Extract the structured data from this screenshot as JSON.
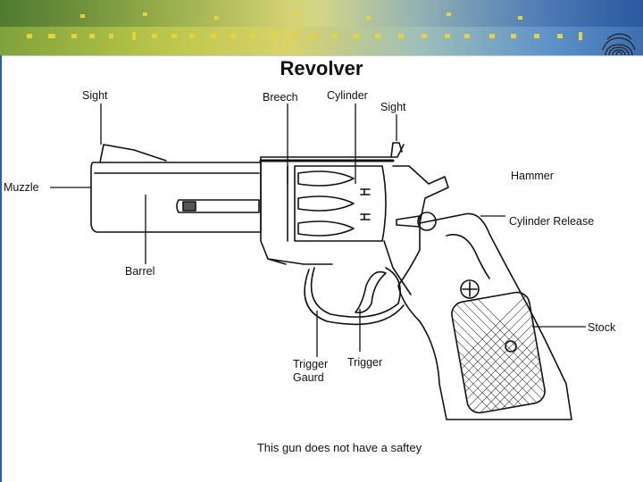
{
  "title": "Revolver",
  "labels": {
    "sight_front": "Sight",
    "breech": "Breech",
    "cylinder": "Cylinder",
    "sight_rear": "Sight",
    "muzzle": "Muzzle",
    "hammer": "Hammer",
    "cylinder_release": "Cylinder Release",
    "barrel": "Barrel",
    "stock": "Stock",
    "trigger_guard_line1": "Trigger",
    "trigger_guard_line2": "Gaurd",
    "trigger": "Trigger"
  },
  "caption": "This gun does not have a saftey",
  "colors": {
    "banner_green": "#7fa23a",
    "banner_blue": "#3d6fb0",
    "dot_color": "#e8d23a",
    "line_color": "#111111"
  },
  "icons": [
    "fingerprint-icon"
  ]
}
